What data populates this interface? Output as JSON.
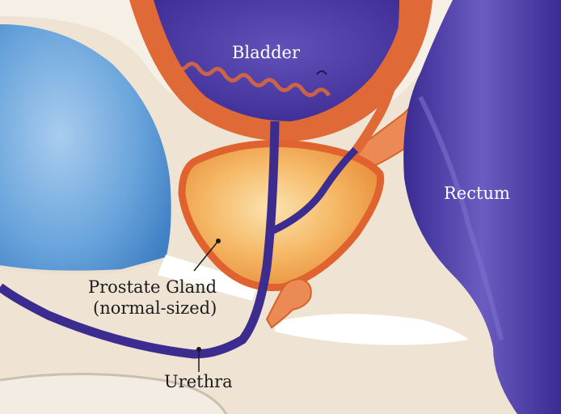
{
  "labels": {
    "bladder": "Bladder",
    "rectum": "Rectum",
    "prostate": "Prostate Gland",
    "prostate_sub": "(normal-sized)",
    "urethra": "Urethra"
  },
  "colors": {
    "background": "#ffffff",
    "tissue": "#efe4d4",
    "bladder": "#46329f",
    "bladder_wall": "#e06a37",
    "rectum": "#4a3aa6",
    "prostate": "#f0a84a",
    "prostate_rim": "#e0622f",
    "pubic_bone": "#5a9bd6",
    "urethra": "#3d2c90",
    "seminal_vesicle": "#ec8a55"
  }
}
